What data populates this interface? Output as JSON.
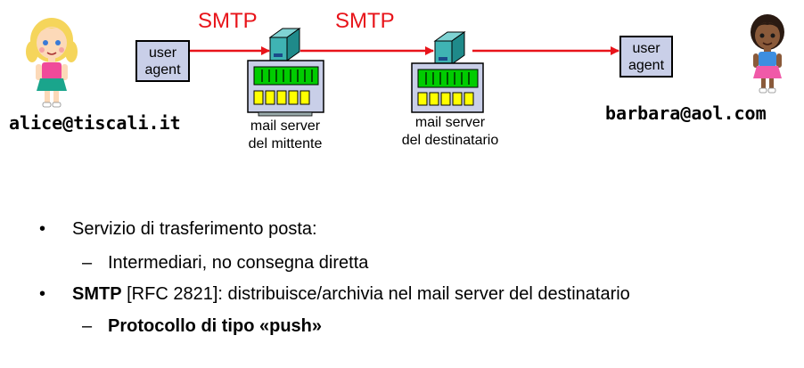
{
  "diagram": {
    "alice": {
      "email": "alice@tiscali.it"
    },
    "barbara": {
      "email": "barbara@aol.com"
    },
    "sender_agent": {
      "line1": "user",
      "line2": "agent"
    },
    "receiver_agent": {
      "line1": "user",
      "line2": "agent"
    },
    "sender_server": {
      "line1": "mail server",
      "line2": "del mittente"
    },
    "receiver_server": {
      "line1": "mail server",
      "line2": "del destinatario"
    },
    "smtp_label_1": "SMTP",
    "smtp_label_2": "SMTP",
    "colors": {
      "arrow": "#e8141a",
      "box": "#c9cfe8",
      "server_screen": "#00cc00",
      "server_keys": "#ffff00"
    }
  },
  "bullets": [
    {
      "marker": "•",
      "text": "Servizio di trasferimento posta:"
    },
    {
      "marker": "–",
      "text": "Intermediari, no consegna diretta"
    },
    {
      "marker": "•",
      "bold": "SMTP",
      "text": " [RFC 2821]: distribuisce/archivia nel mail server del destinatario"
    },
    {
      "marker": "–",
      "bold": "Protocollo di tipo «push»"
    }
  ]
}
